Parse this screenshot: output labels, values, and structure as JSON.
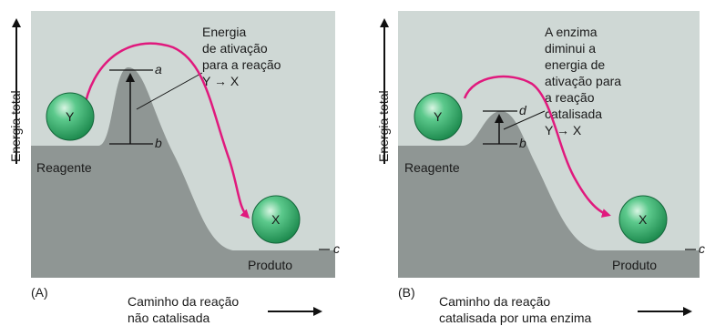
{
  "colors": {
    "panel_bg": "#cfd8d5",
    "terrain": "#8f9694",
    "curve": "#e0197d",
    "ball_fill": "#2fae6a",
    "axis": "#111111"
  },
  "panelA": {
    "tag": "(A)",
    "y_axis_label": "Energia total",
    "annotation": [
      "Energia",
      "de ativação",
      "para a reação",
      "Y → X"
    ],
    "label_a": "a",
    "label_b": "b",
    "label_c": "c",
    "reagent_label": "Reagente",
    "product_label": "Produto",
    "ball_y": "Y",
    "ball_x": "X",
    "x_axis_label": [
      "Caminho da reação",
      "não catalisada"
    ]
  },
  "panelB": {
    "tag": "(B)",
    "y_axis_label": "Energia total",
    "annotation": [
      "A enzima",
      "diminui a",
      "energia de",
      "ativação para",
      "a reação",
      "catalisada",
      "Y → X"
    ],
    "label_d": "d",
    "label_b": "b",
    "label_c": "c",
    "reagent_label": "Reagente",
    "product_label": "Produto",
    "ball_y": "Y",
    "ball_x": "X",
    "x_axis_label": [
      "Caminho da reação",
      "catalisada por uma enzima"
    ]
  }
}
